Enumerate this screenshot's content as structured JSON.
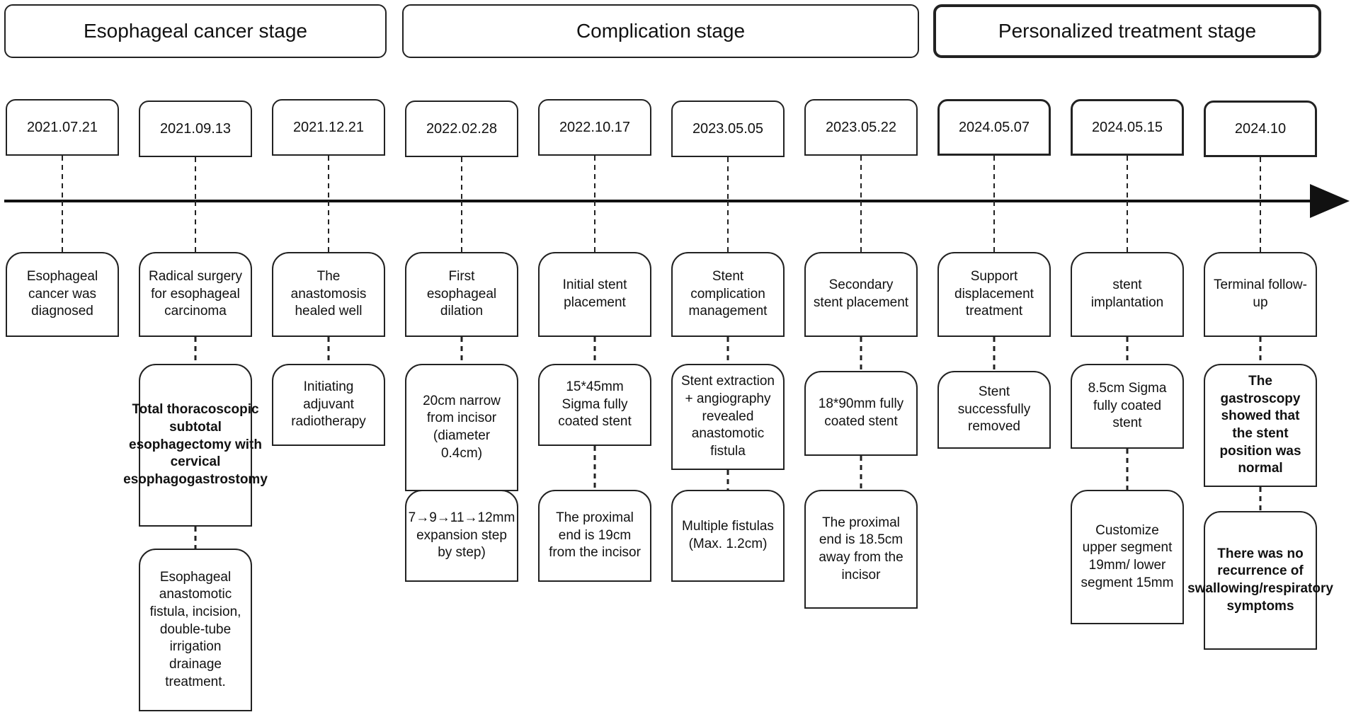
{
  "stages": [
    {
      "label": "Esophageal cancer stage"
    },
    {
      "label": "Complication stage"
    },
    {
      "label": "Personalized treatment stage"
    }
  ],
  "timeline": [
    {
      "date": "2021.07.21",
      "boxes": [
        "Esophageal cancer was diagnosed"
      ]
    },
    {
      "date": "2021.09.13",
      "boxes": [
        "Radical surgery for esophageal carcinoma",
        "Total thoracoscopic subtotal esophagectomy with cervical esophagogastrostomy",
        "Esophageal anastomotic fistula, incision, double-tube irrigation drainage treatment."
      ]
    },
    {
      "date": "2021.12.21",
      "boxes": [
        "The anastomosis healed well",
        "Initiating adjuvant radiotherapy"
      ]
    },
    {
      "date": "2022.02.28",
      "boxes": [
        "First esophageal dilation",
        "20cm narrow from incisor (diameter 0.4cm)",
        "7→9→11→12mm expansion step by step)"
      ]
    },
    {
      "date": "2022.10.17",
      "boxes": [
        "Initial stent placement",
        "15*45mm Sigma fully coated stent",
        "The proximal end is 19cm from the incisor"
      ]
    },
    {
      "date": "2023.05.05",
      "boxes": [
        "Stent complication management",
        "Stent extraction + angiography revealed anastomotic fistula",
        "Multiple fistulas (Max. 1.2cm)"
      ]
    },
    {
      "date": "2023.05.22",
      "boxes": [
        "Secondary stent placement",
        "18*90mm fully coated stent",
        "The proximal end is 18.5cm away from the incisor"
      ]
    },
    {
      "date": "2024.05.07",
      "boxes": [
        "Support displacement treatment",
        "Stent successfully removed"
      ]
    },
    {
      "date": "2024.05.15",
      "boxes": [
        "stent implantation",
        "8.5cm Sigma fully coated stent",
        "Customize upper segment 19mm/ lower segment 15mm"
      ]
    },
    {
      "date": "2024.10",
      "boxes": [
        "Terminal follow-up",
        "The gastroscopy showed that the stent position was normal",
        "There was no recurrence of swallowing/respiratory symptoms"
      ]
    }
  ]
}
